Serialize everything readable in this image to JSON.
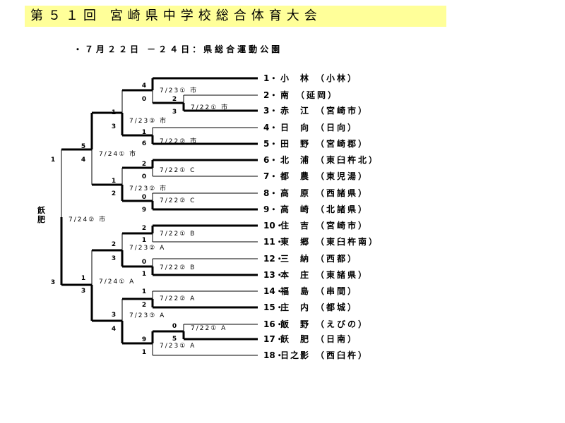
{
  "header": {
    "title": "第５１回 宮崎県中学校総合体育大会",
    "subtitle": "・７月２２日 －２４日：県総合運動公園"
  },
  "champion": "飫肥",
  "teams": [
    {
      "num": "1・",
      "name": "小　林",
      "pref": "（小林）"
    },
    {
      "num": "2・",
      "name": "南",
      "pref": "（延岡）"
    },
    {
      "num": "3・",
      "name": "赤　江",
      "pref": "（宮崎市）"
    },
    {
      "num": "4・",
      "name": "日　向",
      "pref": "（日向）"
    },
    {
      "num": "5・",
      "name": "田　野",
      "pref": "（宮崎郡）"
    },
    {
      "num": "6・",
      "name": "北　浦",
      "pref": "（東臼杵北）"
    },
    {
      "num": "7・",
      "name": "都　農",
      "pref": "（東児湯）"
    },
    {
      "num": "8・",
      "name": "高　原",
      "pref": "（西諸県）"
    },
    {
      "num": "9・",
      "name": "高　崎",
      "pref": "（北諸県）"
    },
    {
      "num": "10・",
      "name": "住　吉",
      "pref": "（宮崎市）"
    },
    {
      "num": "11・",
      "name": "東　郷",
      "pref": "（東臼杵南）"
    },
    {
      "num": "12・",
      "name": "三　納",
      "pref": "（西都）"
    },
    {
      "num": "13・",
      "name": "本　庄",
      "pref": "（東諸県）"
    },
    {
      "num": "14・",
      "name": "福　島",
      "pref": "（串間）"
    },
    {
      "num": "15・",
      "name": "庄　内",
      "pref": "（都城）"
    },
    {
      "num": "16・",
      "name": "飯　野",
      "pref": "（えびの）"
    },
    {
      "num": "17・",
      "name": "飫　肥",
      "pref": "（日南）"
    },
    {
      "num": "18・",
      "name": "日之影",
      "pref": "（西臼杵）"
    }
  ],
  "matches": [
    {
      "label": "7/23① 市",
      "scores": [
        "4",
        "0"
      ]
    },
    {
      "label": "7/22① 市",
      "scores": [
        "2",
        "3"
      ]
    },
    {
      "label": "7/23③ 市",
      "scores": [
        "1",
        "3"
      ]
    },
    {
      "label": "7/22② 市",
      "scores": [
        "1",
        "6"
      ]
    },
    {
      "label": "7/24① 市",
      "scores": [
        "5",
        "4"
      ]
    },
    {
      "label": "7/22① C",
      "scores": [
        "2",
        "0"
      ]
    },
    {
      "label": "7/23② 市",
      "scores": [
        "1",
        "2"
      ]
    },
    {
      "label": "7/22② C",
      "scores": [
        "0",
        "9"
      ]
    },
    {
      "label": "7/24② 市",
      "scores": [
        "1",
        "3"
      ]
    },
    {
      "label": "7/22① B",
      "scores": [
        "2",
        "1"
      ]
    },
    {
      "label": "7/23② A",
      "scores": [
        "2",
        "3"
      ]
    },
    {
      "label": "7/22② B",
      "scores": [
        "0",
        "1"
      ]
    },
    {
      "label": "7/24① A",
      "scores": [
        "1",
        "3"
      ]
    },
    {
      "label": "7/22② A",
      "scores": [
        "1",
        "2"
      ]
    },
    {
      "label": "7/23③ A",
      "scores": [
        "3",
        "4"
      ]
    },
    {
      "label": "7/22① A",
      "scores": [
        "0",
        "5"
      ]
    },
    {
      "label": "7/23① A",
      "scores": [
        "9",
        "1"
      ]
    }
  ]
}
